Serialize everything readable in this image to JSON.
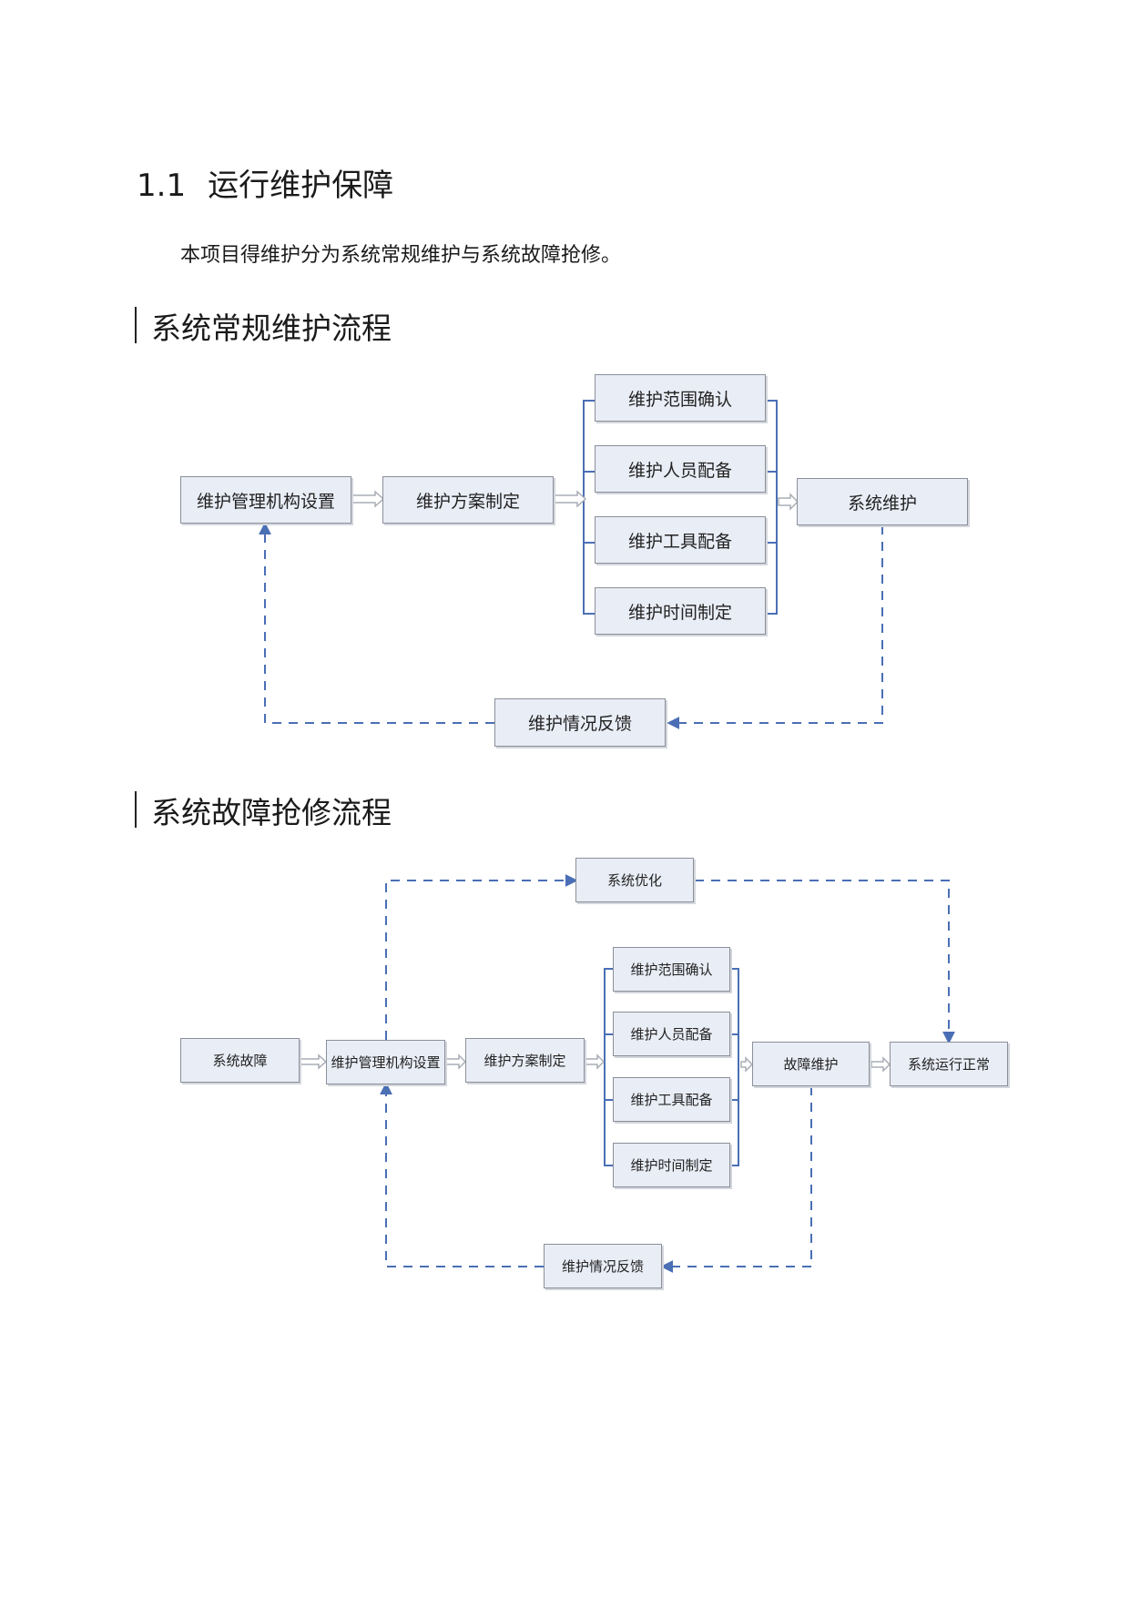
{
  "heading": {
    "number": "1.1",
    "title": "运行维护保障"
  },
  "intro": "本项目得维护分为系统常规维护与系统故障抢修。",
  "section_routine": {
    "title": "系统常规维护流程",
    "boxes": {
      "mgmt": "维护管理机构设置",
      "plan": "维护方案制定",
      "scope": "维护范围确认",
      "staff": "维护人员配备",
      "tools": "维护工具配备",
      "time": "维护时间制定",
      "maint": "系统维护",
      "feedback": "维护情况反馈"
    }
  },
  "section_fault": {
    "title": "系统故障抢修流程",
    "boxes": {
      "fault": "系统故障",
      "mgmt": "维护管理机构设置",
      "plan": "维护方案制定",
      "scope": "维护范围确认",
      "staff": "维护人员配备",
      "tools": "维护工具配备",
      "time": "维护时间制定",
      "repair": "故障维护",
      "normal": "系统运行正常",
      "optimize": "系统优化",
      "feedback": "维护情况反馈"
    }
  },
  "colors": {
    "box_fill": "#e9edf6",
    "box_border": "#8a8f99",
    "line": "#4a6fb5",
    "arrow_hollow": "#a9adb5"
  }
}
